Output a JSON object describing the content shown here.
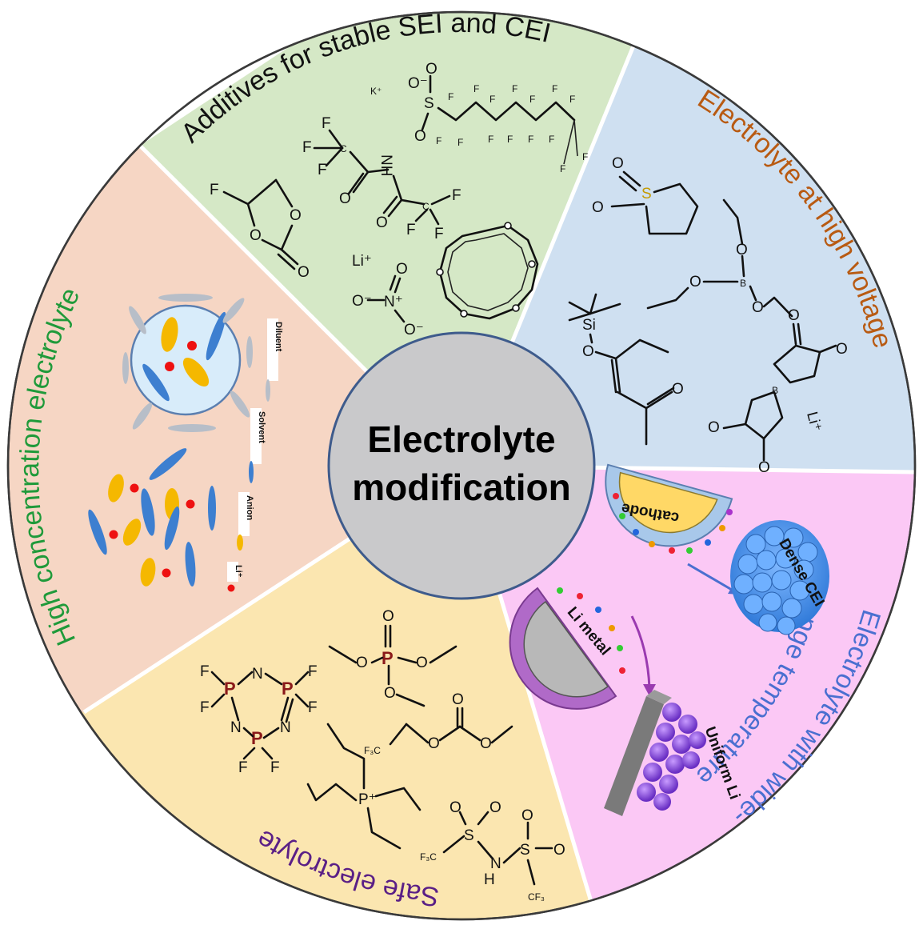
{
  "center": {
    "line1": "Electrolyte",
    "line2": "modification"
  },
  "sectors": {
    "additives": {
      "title": "Additives for stable SEI and CEI",
      "color": "#d5e8c6"
    },
    "high_voltage": {
      "title": "Electrolyte at high voltage",
      "color": "#cfe0f1"
    },
    "wide_temp": {
      "title_line1": "Electrolyte with wide-",
      "title_line2": "range temperature",
      "color": "#fbc8f5"
    },
    "safe": {
      "title": "Safe electrolyte",
      "color": "#fbe6b0"
    },
    "high_conc": {
      "title": "High concentration electrolyte",
      "color": "#f6d6c4"
    }
  },
  "title_colors": {
    "additives": "#111111",
    "high_voltage": "#b85a12",
    "wide_temp": "#4a6fd0",
    "safe": "#5a1f86",
    "high_conc": "#1f9a3a"
  },
  "hce_labels": {
    "diluent": "Diluent",
    "solvent": "Solvent",
    "anion": "Anion",
    "li": "Li⁺"
  },
  "wide_temp_labels": {
    "cathode": "cathode",
    "dense_cei": "Dense CEI",
    "li_metal": "Li metal",
    "uniform_li": "Uniform Li"
  },
  "chem": {
    "F": "F",
    "O": "O",
    "N": "N",
    "P": "P",
    "S": "S",
    "Si": "Si",
    "B": "B",
    "C": "C",
    "H": "H",
    "k_plus": "K⁺",
    "li_plus": "Li⁺",
    "o_minus": "O⁻",
    "n_plus": "N⁺",
    "p_plus": "P⁺",
    "f3c": "F₃C",
    "cf3": "CF₃",
    "nh": "NH"
  }
}
